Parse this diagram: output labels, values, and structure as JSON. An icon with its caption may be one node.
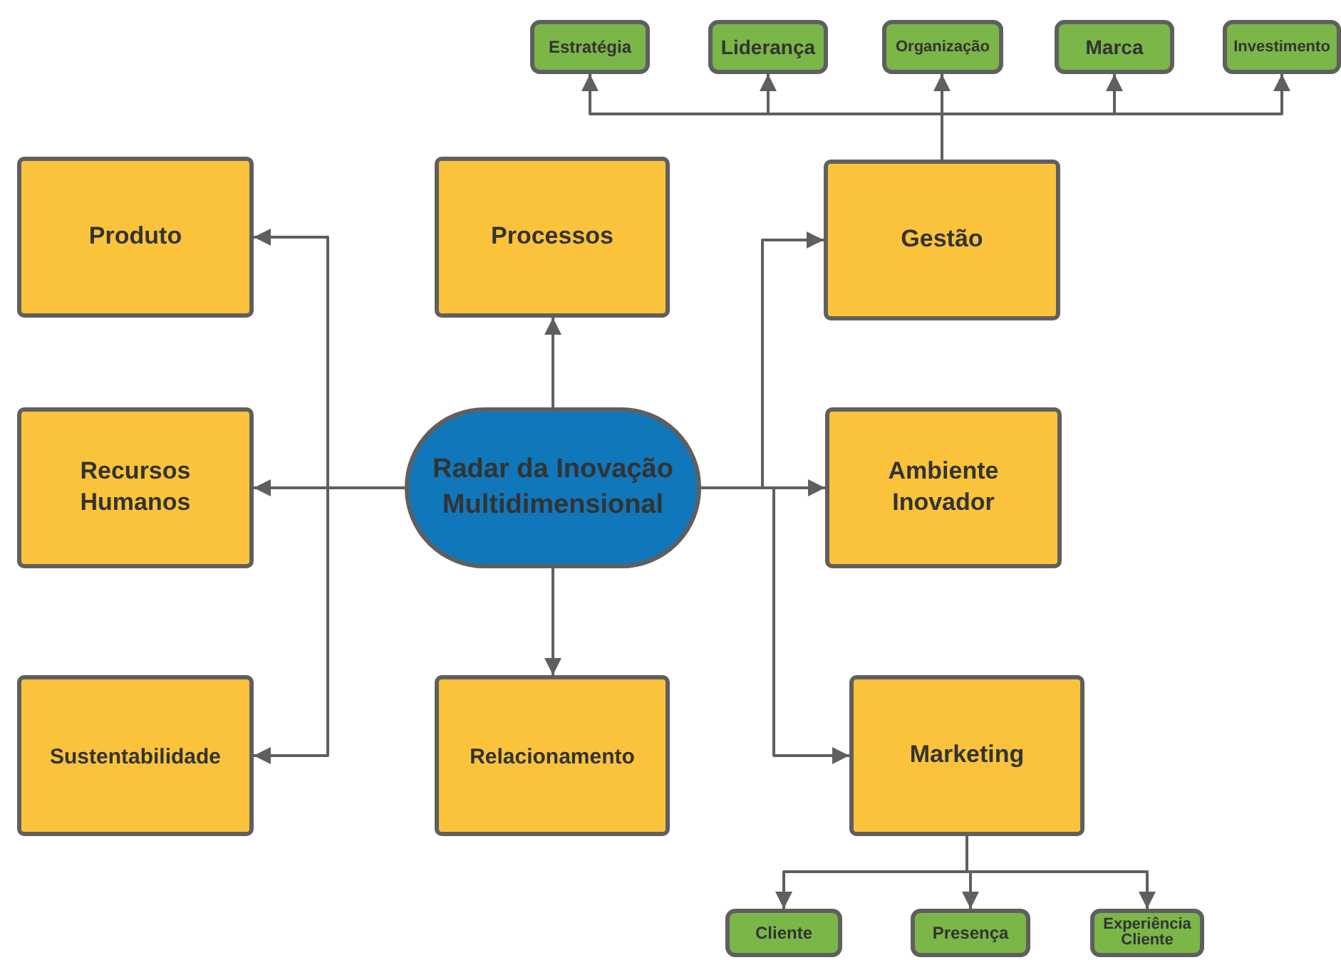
{
  "diagram": {
    "nodes": [
      {
        "text": [
          "Estratégia"
        ]
      },
      {
        "text": [
          "Liderança"
        ]
      },
      {
        "text": [
          "Organização"
        ]
      },
      {
        "text": [
          "Marca"
        ]
      },
      {
        "text": [
          "Investimento"
        ]
      },
      {
        "text": [
          "Produto"
        ]
      },
      {
        "text": [
          "Processos"
        ]
      },
      {
        "text": [
          "Gestão"
        ]
      },
      {
        "text": [
          "Recursos Humanos"
        ]
      },
      {
        "text": [
          "Radar da Inovação Multidimensional"
        ]
      },
      {
        "text": [
          "Ambiente Inovador"
        ]
      },
      {
        "text": [
          "Sustentabilidade"
        ]
      },
      {
        "text": [
          "Relacionamento"
        ]
      },
      {
        "text": [
          "Marketing"
        ]
      },
      {
        "text": [
          "Cliente"
        ]
      },
      {
        "text": [
          "Presença"
        ]
      },
      {
        "text": [
          "Experiência Cliente"
        ]
      }
    ],
    "edges": [
      {
        "from": 9,
        "to": 5,
        "arrow": "to"
      },
      {
        "from": 9,
        "to": 6,
        "arrow": "to"
      },
      {
        "from": 9,
        "to": 7,
        "arrow": "to"
      },
      {
        "from": 9,
        "to": 8,
        "arrow": "to"
      },
      {
        "from": 9,
        "to": 10,
        "arrow": "to"
      },
      {
        "from": 9,
        "to": 11,
        "arrow": "to"
      },
      {
        "from": 9,
        "to": 12,
        "arrow": "to"
      },
      {
        "from": 9,
        "to": 13,
        "arrow": "to"
      },
      {
        "from": 7,
        "to": 0,
        "arrow": "to"
      },
      {
        "from": 7,
        "to": 1,
        "arrow": "to"
      },
      {
        "from": 7,
        "to": 2,
        "arrow": "to"
      },
      {
        "from": 7,
        "to": 3,
        "arrow": "to"
      },
      {
        "from": 7,
        "to": 4,
        "arrow": "to"
      },
      {
        "from": 13,
        "to": 14,
        "arrow": "to"
      },
      {
        "from": 13,
        "to": 15,
        "arrow": "to"
      },
      {
        "from": 13,
        "to": 16,
        "arrow": "to"
      }
    ]
  }
}
